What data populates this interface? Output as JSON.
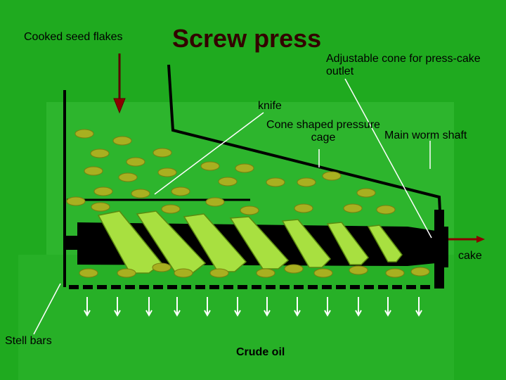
{
  "title": "Screw press",
  "labels": {
    "input": "Cooked seed flakes",
    "cone_outlet": "Adjustable cone for press-cake outlet",
    "knife": "knife",
    "cage": "Cone shaped pressure cage",
    "shaft": "Main worm shaft",
    "cake": "cake",
    "bars": "Stell bars",
    "oil": "Crude oil"
  },
  "colors": {
    "background": "#1faa1f",
    "flake": "#a8b020",
    "flight": "#a8e040",
    "shaft": "#000000",
    "arrow": "#8b0000",
    "pointer": "#ffffff"
  }
}
